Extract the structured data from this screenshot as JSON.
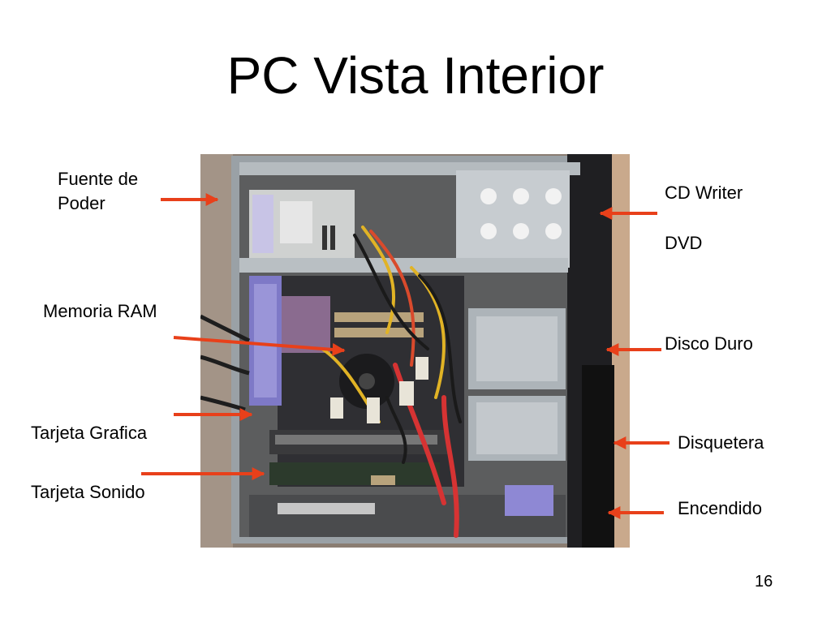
{
  "slide": {
    "title": "PC Vista Interior",
    "page_number": "16"
  },
  "labels": {
    "fuente_line1": "Fuente de",
    "fuente_line2": "Poder",
    "memoria_ram": "Memoria RAM",
    "tarjeta_grafica": "Tarjeta Grafica",
    "tarjeta_sonido": "Tarjeta Sonido",
    "cd_writer": "CD Writer",
    "dvd": "DVD",
    "disco_duro": "Disco Duro",
    "disquetera": "Disquetera",
    "encendido": "Encendido"
  },
  "colors": {
    "arrow": "#e8401a"
  }
}
